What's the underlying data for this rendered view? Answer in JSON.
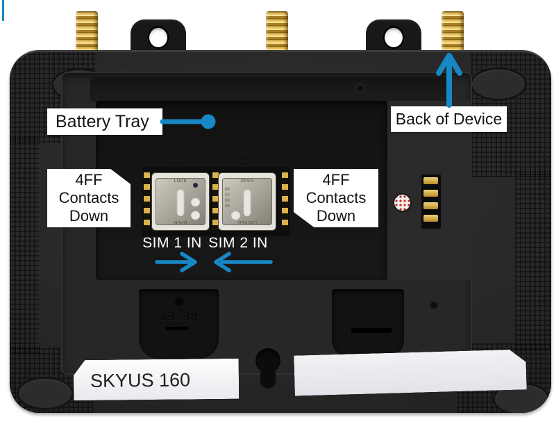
{
  "colors": {
    "accent_blue": "#1787c5",
    "label_bg": "#ffffff",
    "label_text": "#141414",
    "gold": "#d4a83f"
  },
  "annotations": {
    "battery_tray": "Battery Tray",
    "back_of_device": "Back of Device",
    "contacts_left": [
      "4FF",
      "Contacts",
      "Down"
    ],
    "contacts_right": [
      "4FF",
      "Contacts",
      "Down"
    ],
    "sim1_in": "SIM 1 IN",
    "sim2_in": "SIM 2 IN"
  },
  "device": {
    "bottom_sticker": "SKYUS 160",
    "molded_reset": "RESET",
    "molded_sim1": "SIM1",
    "molded_sim2": "SIM2",
    "sim_slot_left": {
      "top": "LOCK",
      "bottom": "OPEN"
    },
    "sim_slot_right": {
      "top": "OPEN",
      "bottom": "LOCKED",
      "card_digits": "89 10 00 49"
    }
  }
}
